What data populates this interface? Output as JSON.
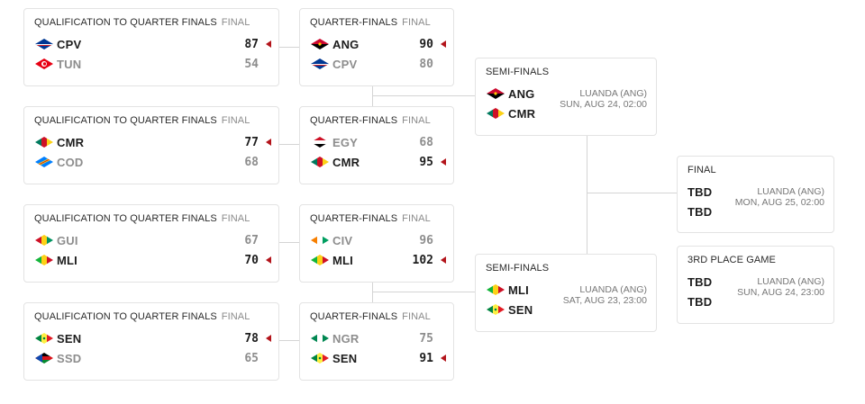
{
  "status_final": "FINAL",
  "q1": {
    "title": "QUALIFICATION TO QUARTER FINALS",
    "status": "FINAL",
    "t1": {
      "code": "CPV",
      "score": "87",
      "flag": "cpv-flag-icon"
    },
    "t2": {
      "code": "TUN",
      "score": "54",
      "flag": "tun-flag-icon"
    }
  },
  "q2": {
    "title": "QUALIFICATION TO QUARTER FINALS",
    "status": "FINAL",
    "t1": {
      "code": "CMR",
      "score": "77",
      "flag": "cmr-flag-icon"
    },
    "t2": {
      "code": "COD",
      "score": "68",
      "flag": "cod-flag-icon"
    }
  },
  "q3": {
    "title": "QUALIFICATION TO QUARTER FINALS",
    "status": "FINAL",
    "t1": {
      "code": "GUI",
      "score": "67",
      "flag": "gui-flag-icon"
    },
    "t2": {
      "code": "MLI",
      "score": "70",
      "flag": "mli-flag-icon"
    }
  },
  "q4": {
    "title": "QUALIFICATION TO QUARTER FINALS",
    "status": "FINAL",
    "t1": {
      "code": "SEN",
      "score": "78",
      "flag": "sen-flag-icon"
    },
    "t2": {
      "code": "SSD",
      "score": "65",
      "flag": "ssd-flag-icon"
    }
  },
  "qf1": {
    "title": "QUARTER-FINALS",
    "status": "FINAL",
    "t1": {
      "code": "ANG",
      "score": "90"
    },
    "t2": {
      "code": "CPV",
      "score": "80"
    }
  },
  "qf2": {
    "title": "QUARTER-FINALS",
    "status": "FINAL",
    "t1": {
      "code": "EGY",
      "score": "68"
    },
    "t2": {
      "code": "CMR",
      "score": "95"
    }
  },
  "qf3": {
    "title": "QUARTER-FINALS",
    "status": "FINAL",
    "t1": {
      "code": "CIV",
      "score": "96"
    },
    "t2": {
      "code": "MLI",
      "score": "102"
    }
  },
  "qf4": {
    "title": "QUARTER-FINALS",
    "status": "FINAL",
    "t1": {
      "code": "NGR",
      "score": "75"
    },
    "t2": {
      "code": "SEN",
      "score": "91"
    }
  },
  "sf1": {
    "title": "SEMI-FINALS",
    "venue": "LUANDA (ANG)",
    "date": "SUN, AUG 24, 02:00",
    "t1": {
      "code": "ANG"
    },
    "t2": {
      "code": "CMR"
    }
  },
  "sf2": {
    "title": "SEMI-FINALS",
    "venue": "LUANDA (ANG)",
    "date": "SAT, AUG 23, 23:00",
    "t1": {
      "code": "MLI"
    },
    "t2": {
      "code": "SEN"
    }
  },
  "final": {
    "title": "FINAL",
    "venue": "LUANDA (ANG)",
    "date": "MON, AUG 25, 02:00",
    "t1": {
      "code": "TBD"
    },
    "t2": {
      "code": "TBD"
    }
  },
  "third": {
    "title": "3RD PLACE GAME",
    "venue": "LUANDA (ANG)",
    "date": "SUN, AUG 24, 23:00",
    "t1": {
      "code": "TBD"
    },
    "t2": {
      "code": "TBD"
    }
  },
  "colors": {
    "winner_arrow": "#b3141b",
    "loser_text": "#8d8d8d",
    "border": "#e3e3e3",
    "connector": "#d4d4d4"
  }
}
